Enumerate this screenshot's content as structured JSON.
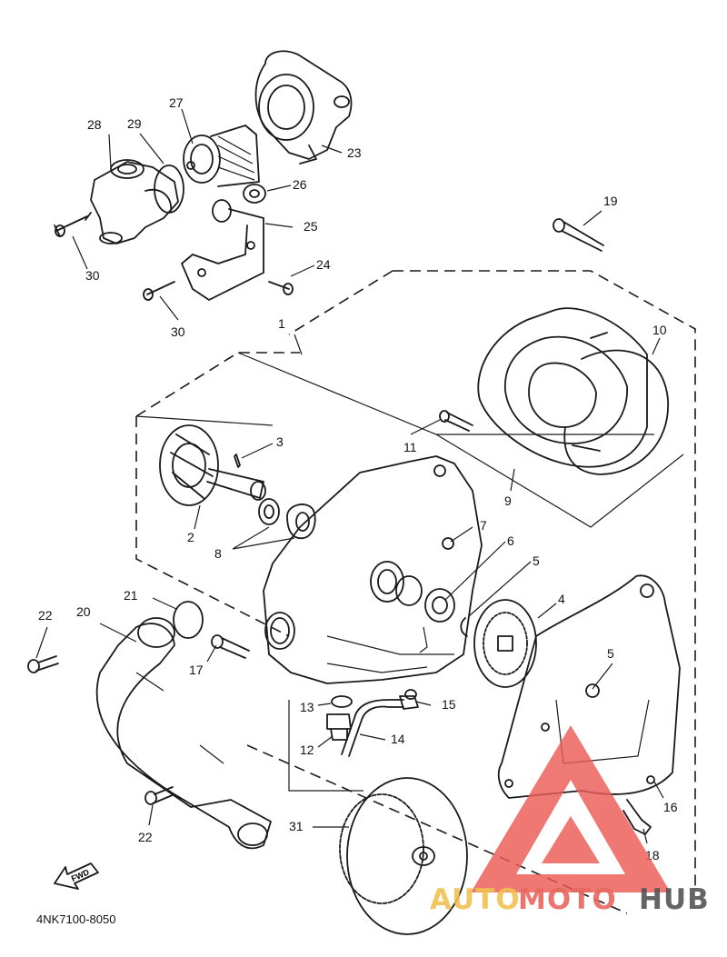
{
  "diagram": {
    "part_code": "4NK7100-8050",
    "fwd_label": "FWD",
    "labels": {
      "p1": "1",
      "p2": "2",
      "p3": "3",
      "p4": "4",
      "p5a": "5",
      "p5b": "5",
      "p6": "6",
      "p7": "7",
      "p8": "8",
      "p9": "9",
      "p10": "10",
      "p11": "11",
      "p12": "12",
      "p13": "13",
      "p14": "14",
      "p15": "15",
      "p16": "16",
      "p17": "17",
      "p18": "18",
      "p19": "19",
      "p20": "20",
      "p21": "21",
      "p22a": "22",
      "p22b": "22",
      "p23": "23",
      "p24": "24",
      "p25": "25",
      "p26": "26",
      "p27": "27",
      "p28": "28",
      "p29": "29",
      "p30a": "30",
      "p30b": "30",
      "p31": "31"
    }
  },
  "watermark": {
    "text_auto": "AUTO",
    "text_moto": "MOTO",
    "text_hub": "HUB",
    "colors": {
      "auto": "#f2c14e",
      "moto": "#e9675f",
      "hub": "#555555",
      "triangle": "#ec5b55"
    }
  }
}
